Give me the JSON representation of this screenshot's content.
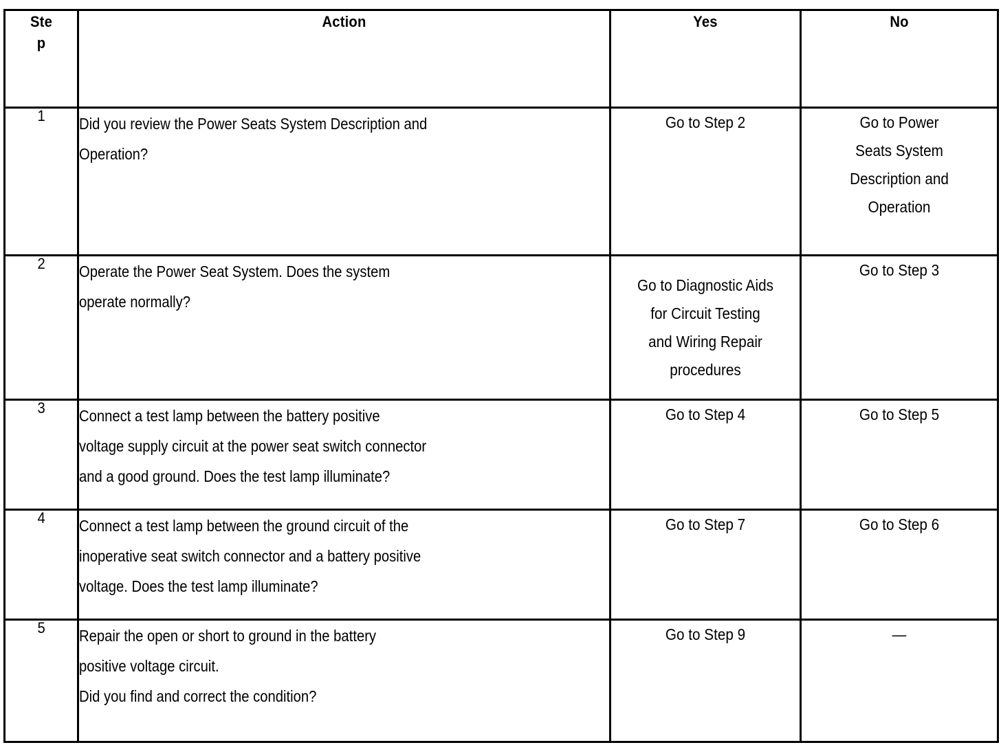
{
  "table": {
    "headers": {
      "step": "Step",
      "action": "Action",
      "yes": "Yes",
      "no": "No"
    },
    "rows": [
      {
        "step": "1",
        "action_lines": [
          "Did you review the Power Seats System Description and",
          "Operation?"
        ],
        "yes_lines": [
          "Go to Step 2"
        ],
        "yes_align": "bottom",
        "no_lines": [
          "Go to Power",
          "Seats System",
          "Description and",
          "Operation"
        ],
        "no_align": "middle"
      },
      {
        "step": "2",
        "action_lines": [
          "Operate the Power Seat System. Does the system",
          "operate normally?"
        ],
        "yes_lines": [
          "Go to Diagnostic Aids",
          "for Circuit Testing",
          "and Wiring Repair",
          "procedures"
        ],
        "yes_align": "top",
        "no_lines": [
          "Go to Step 3"
        ],
        "no_align": "bottom"
      },
      {
        "step": "3",
        "action_lines": [
          "Connect a test lamp between the battery positive",
          "voltage supply circuit at the power seat switch connector",
          "and a good ground. Does the test lamp illuminate?"
        ],
        "yes_lines": [
          "Go to Step 4"
        ],
        "yes_align": "bottom",
        "no_lines": [
          "Go to Step 5"
        ],
        "no_align": "bottom"
      },
      {
        "step": "4",
        "action_lines": [
          "Connect a test lamp between the ground circuit of the",
          "inoperative seat switch connector and a battery positive",
          "voltage. Does the test lamp illuminate?"
        ],
        "yes_lines": [
          "Go to Step 7"
        ],
        "yes_align": "bottom",
        "no_lines": [
          "Go to Step 6"
        ],
        "no_align": "bottom"
      },
      {
        "step": "5",
        "action_lines": [
          "Repair the open or short to ground in the battery",
          "positive voltage circuit.",
          "Did you find and correct the condition?"
        ],
        "yes_lines": [
          "Go to Step 9"
        ],
        "yes_align": "bottom",
        "no_lines": [
          "—"
        ],
        "no_align": "center-dash"
      }
    ]
  },
  "colors": {
    "border": "#000000",
    "text": "#000000",
    "background": "#ffffff"
  }
}
